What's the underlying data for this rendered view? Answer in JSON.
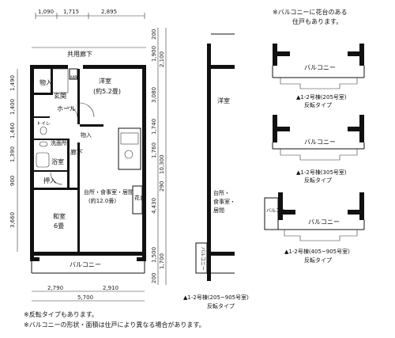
{
  "note_top": [
    "※バルコニーに花台のある",
    "住戸もあります。"
  ],
  "notes_bottom": [
    "※反転タイプもあります。",
    "※バルコニーの形状・面積は住戸により異なる場合があります。"
  ],
  "main_plan": {
    "top_dims": [
      "1,090",
      "1,715",
      "2,895"
    ],
    "left_dims": [
      "1,490",
      "1,400",
      "1,460",
      "1,390",
      "900",
      "3,660"
    ],
    "right_dims_a": [
      "200",
      "1,900",
      "3,080",
      "1,740",
      "1,760",
      "4,430",
      "1,500",
      "200"
    ],
    "right_dims_b": [
      "2,100",
      "10,300",
      "290",
      "1,700"
    ],
    "bottom_dims": [
      "2,790",
      "2,910"
    ],
    "total_width": "5,700",
    "labels": {
      "corridor": "共用廊下",
      "storage1": "物入",
      "mb": "MB",
      "genkan": "玄関",
      "hall": "ホール",
      "western": "洋室",
      "western_size": "(約5.2畳)",
      "toilet": "トイレ",
      "washroom": "洗面所",
      "storage2": "物入",
      "hallway": "廊下",
      "bath": "浴室",
      "closet": "押入",
      "ldk": "台所・食事室・居間",
      "ldk_size": "(約12.0畳)",
      "flower": "花台",
      "japanese": "和室",
      "japanese_size": "6畳",
      "balcony": "バルコニー"
    }
  },
  "mirror_plan": {
    "western": "洋室",
    "ldk": [
      "台所・",
      "食事室・",
      "居間"
    ],
    "balcony": "バルコニー",
    "caption": [
      "▲1-2号棟(205~905号室)",
      "反転タイプ"
    ]
  },
  "balcony_variants": [
    {
      "label": "バルコニー",
      "caption": [
        "▲1-2号棟(205号室)",
        "反転タイプ"
      ]
    },
    {
      "label": "バルコニー",
      "caption": [
        "▲1-2号棟(305号室)",
        "反転タイプ"
      ]
    },
    {
      "label": "バルコニー",
      "side": "バルコニー",
      "caption": [
        "▲1-2号棟(405~905号室)",
        "反転タイプ"
      ]
    }
  ]
}
